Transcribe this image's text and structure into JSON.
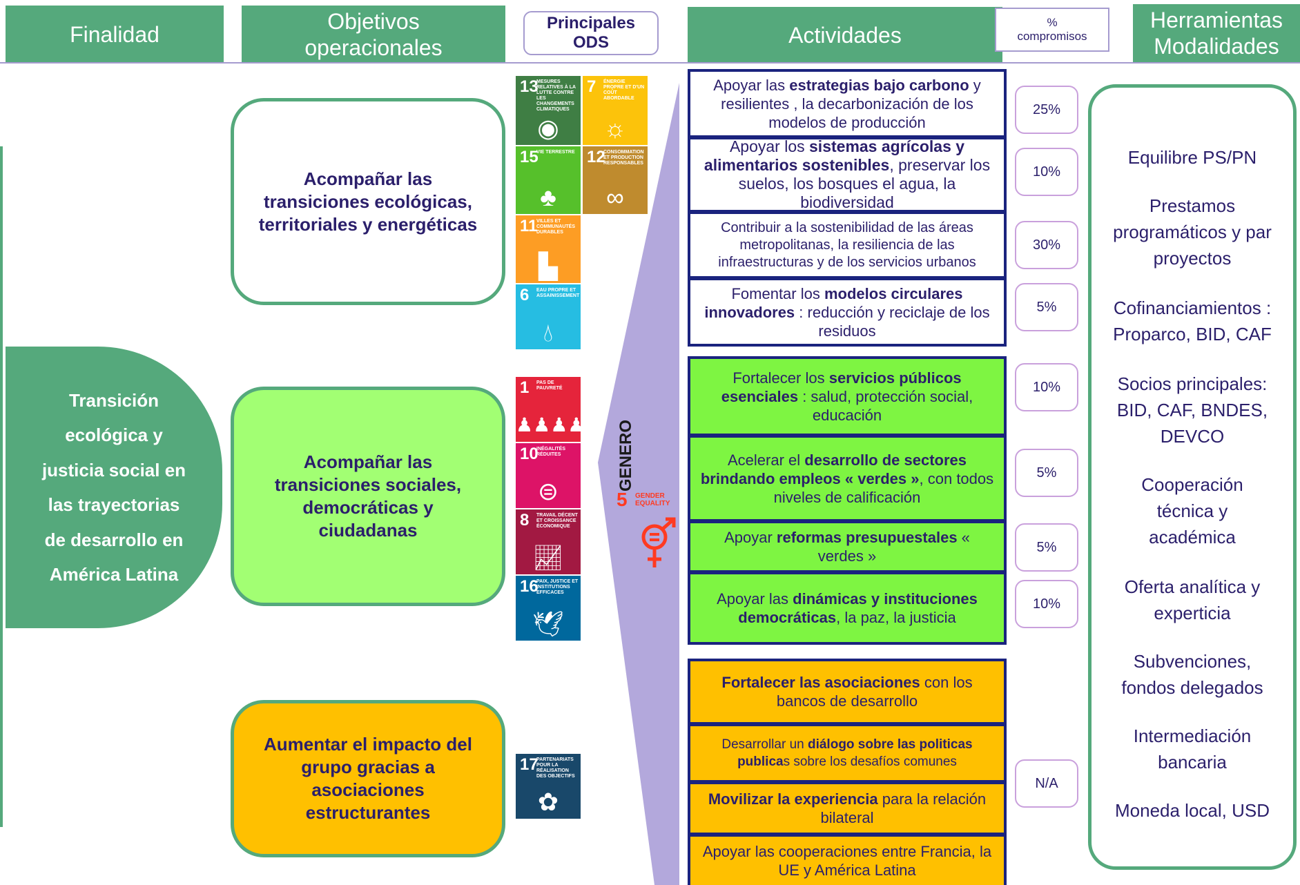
{
  "headers": {
    "finalidad": "Finalidad",
    "objetivos": "Objetivos operacionales",
    "ods": "Principales ODS",
    "actividades": "Actividades",
    "compromisos": "% compromisos",
    "herramientas": "Herramientas Modalidades"
  },
  "finalidad": "Transición ecológica y justicia social en las trayectorias de desarrollo en América Latina",
  "objectives": [
    "Acompañar las transiciones ecológicas, territoriales y energéticas",
    "Acompañar las transiciones sociales, democráticas y ciudadanas",
    "Aumentar el impacto del grupo gracias a asociaciones estructurantes"
  ],
  "sdgs": [
    {
      "number": "13",
      "label": "MESURES RELATIVES À LA LUTTE CONTRE LES CHANGEMENTS CLIMATIQUES",
      "color": "#3f7e44",
      "icon": "eye-globe-icon"
    },
    {
      "number": "7",
      "label": "ÉNERGIE PROPRE ET D'UN COÛT ABORDABLE",
      "color": "#fcc30b",
      "icon": "sun-icon"
    },
    {
      "number": "15",
      "label": "VIE TERRESTRE",
      "color": "#56c02b",
      "icon": "tree-icon"
    },
    {
      "number": "12",
      "label": "CONSOMMATION ET PRODUCTION RESPONSABLES",
      "color": "#bf8b2e",
      "icon": "infinity-icon"
    },
    {
      "number": "11",
      "label": "VILLES ET COMMUNAUTÉS DURABLES",
      "color": "#fd9d24",
      "icon": "city-icon"
    },
    {
      "number": "6",
      "label": "EAU PROPRE ET ASSAINISSEMENT",
      "color": "#26bde2",
      "icon": "water-icon"
    },
    {
      "number": "1",
      "label": "PAS DE PAUVRETÉ",
      "color": "#e5243b",
      "icon": "family-icon"
    },
    {
      "number": "10",
      "label": "INÉGALITÉS RÉDUITES",
      "color": "#dd1367",
      "icon": "equal-icon"
    },
    {
      "number": "8",
      "label": "TRAVAIL DÉCENT ET CROISSANCE ÉCONOMIQUE",
      "color": "#a21942",
      "icon": "growth-icon"
    },
    {
      "number": "16",
      "label": "PAIX, JUSTICE ET INSTITUTIONS EFFICACES",
      "color": "#00689d",
      "icon": "dove-icon"
    },
    {
      "number": "17",
      "label": "PARTENARIATS POUR LA RÉALISATION DES OBJECTIFS",
      "color": "#19486a",
      "icon": "flower-icon"
    }
  ],
  "gender": {
    "label": "GENERO",
    "sdg_number": "5",
    "sdg_label": "GENDER EQUALITY",
    "color": "#ff3a21"
  },
  "activities": [
    {
      "pre": "Apoyar las ",
      "bold": "estrategias bajo carbono",
      "post": " y resilientes , la decarbonización de los modelos de producción",
      "color": "#ffffff"
    },
    {
      "pre": "Apoyar los ",
      "bold": "sistemas agrícolas y alimentarios sostenibles",
      "post": ", preservar los suelos, los bosques el agua, la biodiversidad",
      "color": "#ffffff"
    },
    {
      "pre": "Contribuir a la sostenibilidad de las áreas metropolitanas,  la resiliencia de las infraestructuras y de los servicios urbanos",
      "bold": "",
      "post": "",
      "color": "#ffffff"
    },
    {
      "pre": "Fomentar los ",
      "bold": "modelos circulares innovadores",
      "post": " : reducción y reciclaje de los residuos",
      "color": "#ffffff"
    },
    {
      "pre": "Fortalecer los ",
      "bold": "servicios públicos esenciales",
      "post": " : salud, protección social, educación",
      "color": "#7ef542"
    },
    {
      "pre": "Acelerar el ",
      "bold": "desarrollo de sectores brindando empleos « verdes »",
      "post": ", con todos niveles de calificación",
      "color": "#7ef542"
    },
    {
      "pre": "Apoyar ",
      "bold": "reformas presupuestales",
      "post": " « verdes »",
      "color": "#7ef542"
    },
    {
      "pre": "Apoyar las ",
      "bold": "dinámicas y instituciones democráticas",
      "post": ", la paz, la justicia",
      "color": "#7ef542"
    },
    {
      "pre": "",
      "bold": "Fortalecer las asociaciones",
      "post": " con los bancos de desarrollo",
      "color": "#ffc000"
    },
    {
      "pre": "Desarrollar un ",
      "bold": "diálogo sobre las politicas publica",
      "post": "s sobre los desafíos comunes",
      "color": "#ffc000"
    },
    {
      "pre": "",
      "bold": "Movilizar la experiencia",
      "post": " para la relación bilateral",
      "color": "#ffc000"
    },
    {
      "pre": "Apoyar las cooperaciones entre Francia, la UE y América Latina",
      "bold": "",
      "post": "",
      "color": "#ffc000"
    }
  ],
  "percentages": [
    "25%",
    "10%",
    "30%",
    "5%",
    "10%",
    "5%",
    "5%",
    "10%",
    "N/A"
  ],
  "modalities": [
    "Equilibre PS/PN",
    "Prestamos programáticos y par proyectos",
    "Cofinanciamientos : Proparco, BID, CAF",
    "Socios principales: BID, CAF, BNDES, DEVCO",
    "Cooperación técnica y académica",
    "Oferta analítica y experticia",
    "Subvenciones, fondos delegados",
    "Intermediación bancaria",
    "Moneda local, USD"
  ],
  "colors": {
    "header_green": "#55a97c",
    "objective_white": "#ffffff",
    "objective_green": "#a2ff73",
    "objective_orange": "#ffc000",
    "activity_border": "#1a237e",
    "arrow": "#b3a8dc",
    "text": "#2b1f6b"
  }
}
